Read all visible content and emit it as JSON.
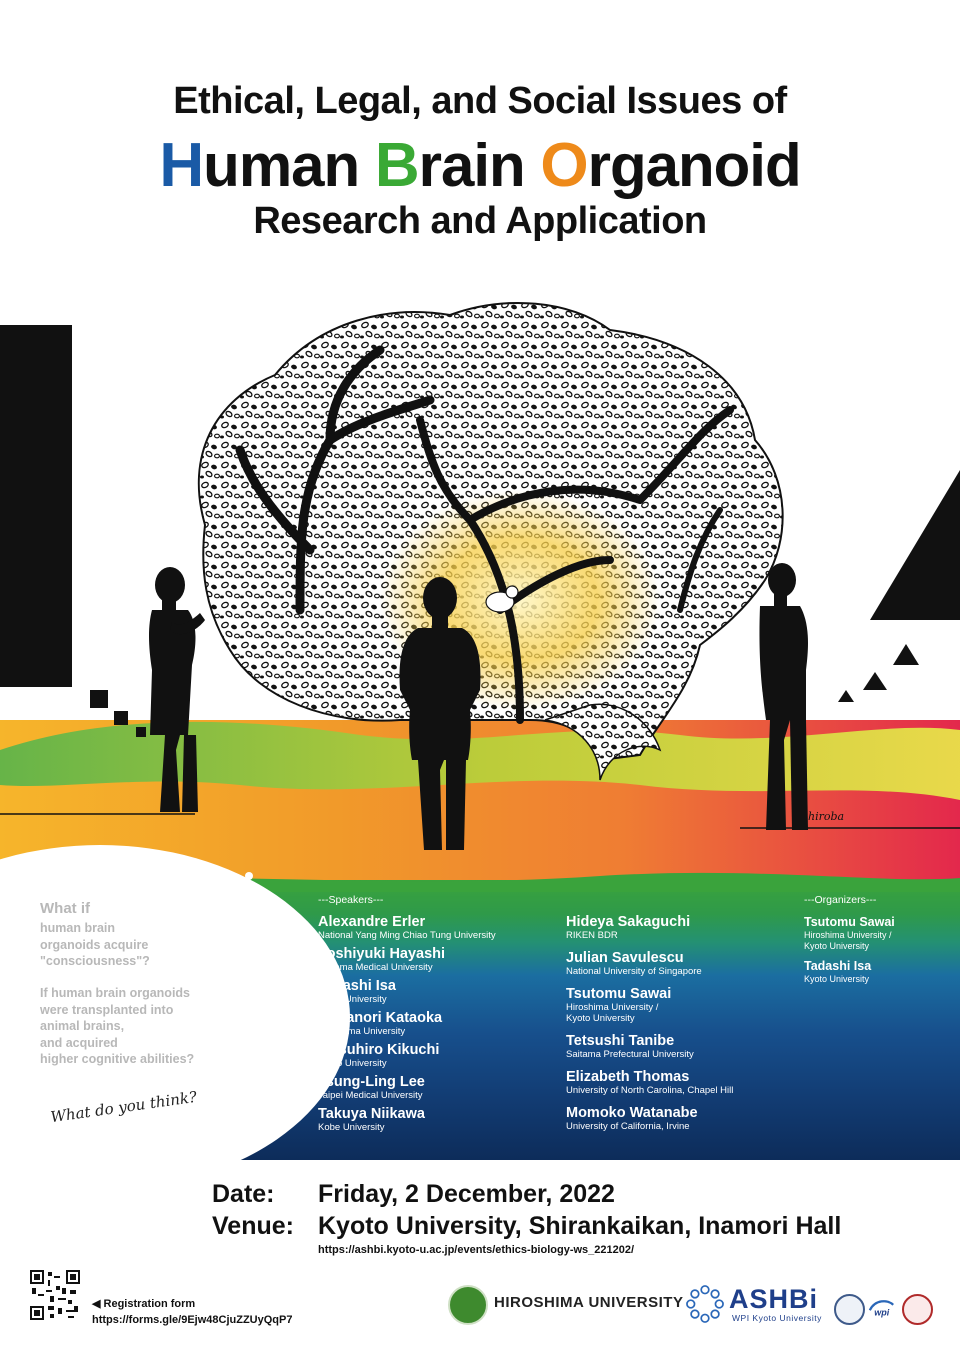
{
  "title": {
    "line1": "Ethical, Legal, and Social Issues of",
    "line2_words": [
      {
        "cap": "H",
        "rest": "uman",
        "color": "#1a5aa6"
      },
      {
        "cap": "B",
        "rest": "rain",
        "color": "#3aa935"
      },
      {
        "cap": "O",
        "rest": "rganoid",
        "color": "#ee8a1a"
      }
    ],
    "line3": "Research and Application"
  },
  "colors": {
    "blue": "#1a5aa6",
    "green": "#3aa935",
    "orange": "#ee8a1a",
    "band_top": "#3aa339",
    "band_bottom": "#0e2f63",
    "sunset_red": "#e22c4c"
  },
  "artist_signature": "hiroba",
  "question_bubble": {
    "heading": "What if",
    "q1_lines": [
      "human brain",
      "organoids acquire",
      "\"consciousness\"?"
    ],
    "q2_lines": [
      "If human brain organoids",
      "were transplanted into",
      "animal brains,",
      "and acquired",
      "higher cognitive abilities?"
    ],
    "prompt": "What do you think?"
  },
  "speakers": {
    "heading": "---Speakers---",
    "col1": [
      {
        "name": "Alexandre Erler",
        "affil": "National Yang Ming Chiao Tung University"
      },
      {
        "name": "Yoshiyuki Hayashi",
        "affil": "Saitama Medical University"
      },
      {
        "name": "Tadashi Isa",
        "affil": "Kyoto University"
      },
      {
        "name": "Masanori Kataoka",
        "affil": "Hiroshima University"
      },
      {
        "name": "Tetsuhiro Kikuchi",
        "affil": "Kyoto University"
      },
      {
        "name": "Tsung-Ling Lee",
        "affil": "Taipei Medical University"
      },
      {
        "name": "Takuya Niikawa",
        "affil": "Kobe University"
      }
    ],
    "col2": [
      {
        "name": "Hideya Sakaguchi",
        "affil": "RIKEN BDR"
      },
      {
        "name": "Julian Savulescu",
        "affil": "National University of Singapore"
      },
      {
        "name": "Tsutomu Sawai",
        "affil": "Hiroshima University /",
        "affil2": "Kyoto University"
      },
      {
        "name": "Tetsushi Tanibe",
        "affil": "Saitama Prefectural University"
      },
      {
        "name": "Elizabeth Thomas",
        "affil": "University of North Carolina, Chapel Hill"
      },
      {
        "name": "Momoko Watanabe",
        "affil": "University of California, Irvine"
      }
    ]
  },
  "organizers": {
    "heading": "---Organizers---",
    "list": [
      {
        "name": "Tsutomu Sawai",
        "affil": "Hiroshima University /",
        "affil2": "Kyoto University"
      },
      {
        "name": "Tadashi Isa",
        "affil": "Kyoto University"
      }
    ]
  },
  "event": {
    "date_label": "Date:",
    "date": "Friday, 2 December, 2022",
    "venue_label": "Venue:",
    "venue": "Kyoto University, Shirankaikan, Inamori Hall",
    "url": "https://ashbi.kyoto-u.ac.jp/events/ethics-biology-ws_221202/"
  },
  "registration": {
    "label": "◀ Registration form",
    "url": "https://forms.gle/9Ejw48CjuZZUyQqP7"
  },
  "logos": {
    "hiroshima": "HIROSHIMA UNIVERSITY",
    "ashbi": "ASHBi",
    "ashbi_sub": "WPI Kyoto University",
    "wpi": "wpi"
  }
}
